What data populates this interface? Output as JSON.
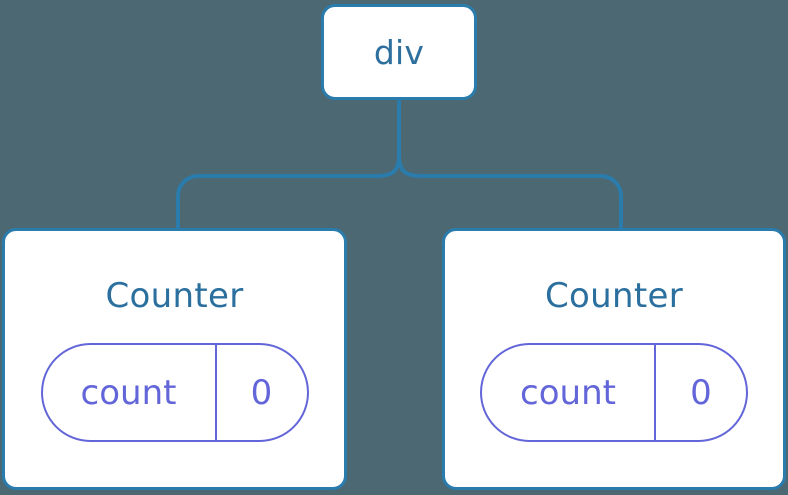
{
  "diagram": {
    "type": "component-tree",
    "background_color": "#4c6872",
    "node_border_color": "#2a7cad",
    "node_fill_color": "#ffffff",
    "connector_color": "#2a7cad",
    "root_text_color": "#2e6f9e",
    "component_title_color": "#2a6f9e",
    "state_accent_color": "#6366d8",
    "root": {
      "label": "div"
    },
    "children": [
      {
        "title": "Counter",
        "state": {
          "key": "count",
          "value": "0"
        }
      },
      {
        "title": "Counter",
        "state": {
          "key": "count",
          "value": "0"
        }
      }
    ]
  }
}
